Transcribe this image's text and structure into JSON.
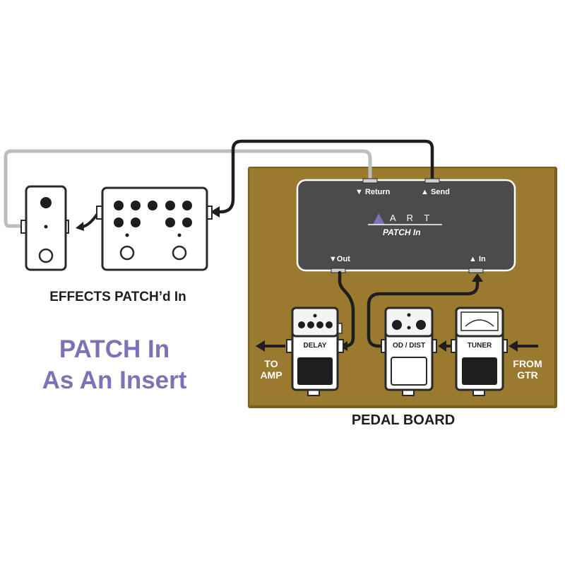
{
  "colors": {
    "board": "#9a7a2e",
    "board_edge": "#7a5f1e",
    "patch_body": "#4b4b4d",
    "cable_black": "#1e1e1e",
    "cable_gray": "#bdbdbd",
    "accent_purple": "#7a74b6",
    "outline": "#2a2a2a"
  },
  "patch_unit": {
    "return_label": "▼ Return",
    "send_label": "▲ Send",
    "out_label": "▼Out",
    "in_label": "▲ In",
    "brand": "A R T",
    "product": "PATCH In"
  },
  "pedals": {
    "delay": "DELAY",
    "od_dist": "OD / DIST",
    "tuner": "TUNER"
  },
  "labels": {
    "effects": "EFFECTS PATCH’d In",
    "headline_line1": "PATCH In",
    "headline_line2": "As An Insert",
    "pedal_board": "PEDAL BOARD",
    "to_amp_1": "TO",
    "to_amp_2": "AMP",
    "from_gtr_1": "FROM",
    "from_gtr_2": "GTR"
  },
  "icons": [
    "arrow-left-icon",
    "arrow-up-icon",
    "art-triangle-icon",
    "tuner-meter-icon"
  ]
}
